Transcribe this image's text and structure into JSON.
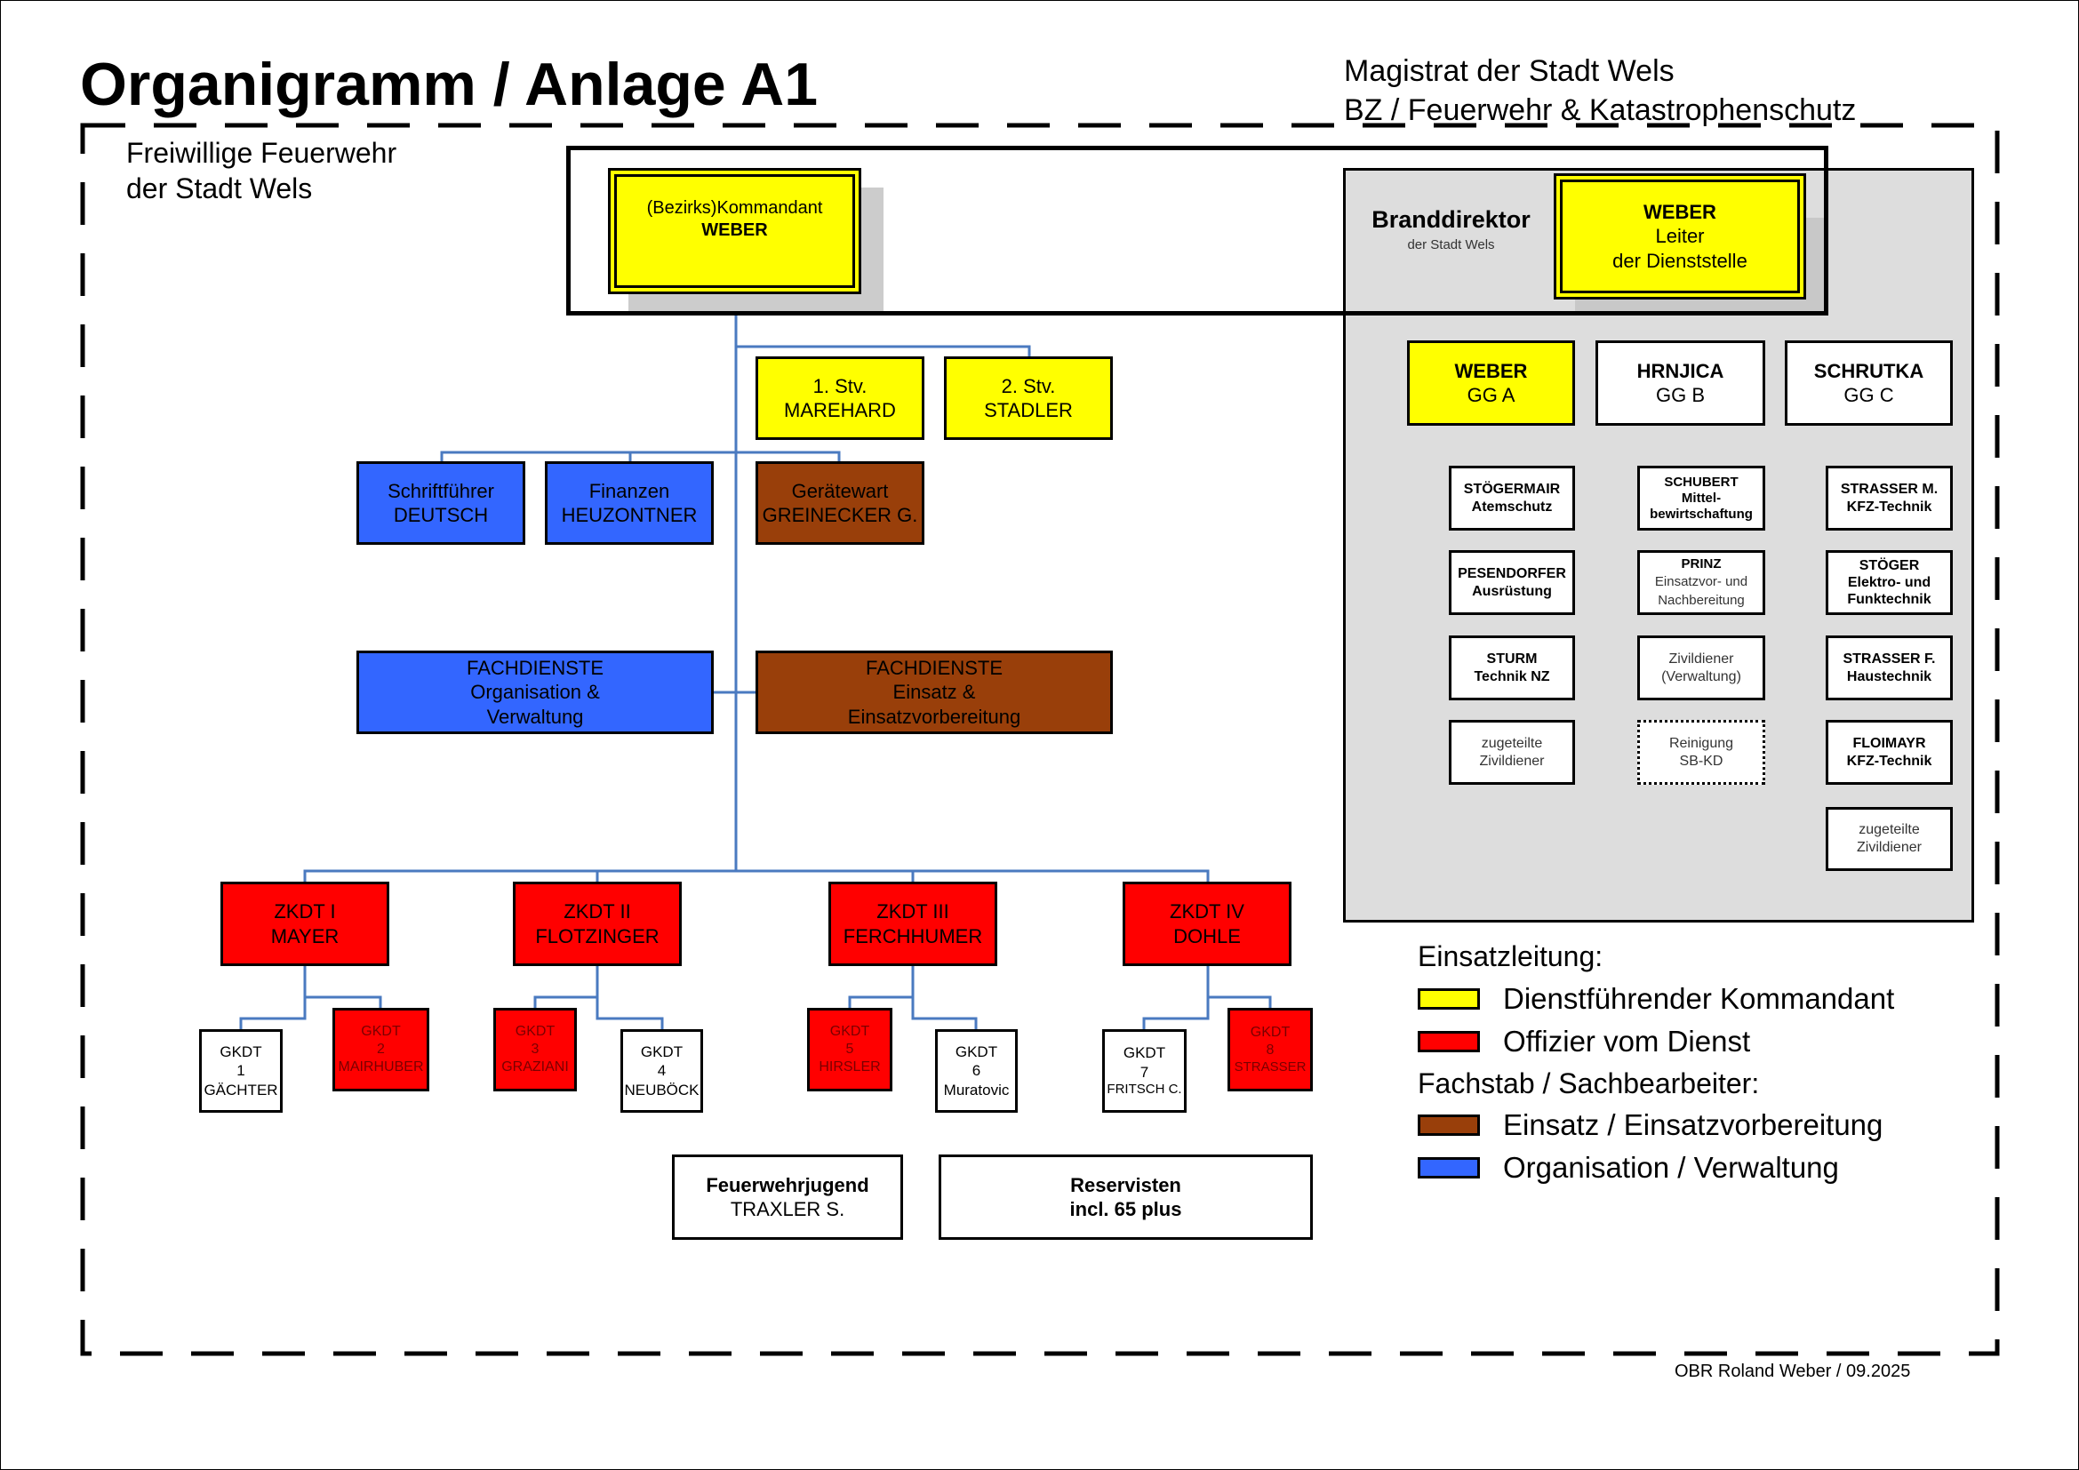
{
  "header": {
    "title": "Organigramm / Anlage A1",
    "org_line1": "Magistrat der Stadt Wels",
    "org_line2": "BZ / Feuerwehr & Katastrophenschutz",
    "ffw_line1": "Freiwillige Feuerwehr",
    "ffw_line2": "der Stadt Wels"
  },
  "colors": {
    "yellow": "#ffff00",
    "red": "#ff0000",
    "brown": "#993f0a",
    "blue": "#3366ff",
    "connector": "#4a7ac0",
    "panel_gray": "#dddddd"
  },
  "commander": {
    "role": "(Bezirks)Kommandant",
    "name": "WEBER"
  },
  "deputies": [
    {
      "role": "1. Stv.",
      "name": "MAREHARD"
    },
    {
      "role": "2. Stv.",
      "name": "STADLER"
    }
  ],
  "staff": [
    {
      "role": "Schriftführer",
      "name": "DEUTSCH",
      "color": "blue"
    },
    {
      "role": "Finanzen",
      "name": "HEUZONTNER",
      "color": "blue"
    },
    {
      "role": "Gerätewart",
      "name": "GREINECKER G.",
      "color": "brown"
    }
  ],
  "fachdienste": [
    {
      "line1": "FACHDIENSTE",
      "line2": "Organisation &",
      "line3": "Verwaltung",
      "color": "blue"
    },
    {
      "line1": "FACHDIENSTE",
      "line2": "Einsatz &",
      "line3": "Einsatzvorbereitung",
      "color": "brown"
    }
  ],
  "zugskommandanten": [
    {
      "title": "ZKDT I",
      "name": "MAYER"
    },
    {
      "title": "ZKDT II",
      "name": "FLOTZINGER"
    },
    {
      "title": "ZKDT III",
      "name": "FERCHHUMER"
    },
    {
      "title": "ZKDT IV",
      "name": "DOHLE"
    }
  ],
  "gruppenkommandanten": [
    {
      "title": "GKDT",
      "number": "1",
      "name": "GÄCHTER",
      "color": "white"
    },
    {
      "title": "GKDT",
      "number": "2",
      "name": "MAIRHUBER",
      "color": "red"
    },
    {
      "title": "GKDT",
      "number": "3",
      "name": "GRAZIANI",
      "color": "red"
    },
    {
      "title": "GKDT",
      "number": "4",
      "name": "NEUBÖCK",
      "color": "white"
    },
    {
      "title": "GKDT",
      "number": "5",
      "name": "HIRSLER",
      "color": "red"
    },
    {
      "title": "GKDT",
      "number": "6",
      "name": "Muratovic",
      "color": "white"
    },
    {
      "title": "GKDT",
      "number": "7",
      "name": "FRITSCH C.",
      "color": "white"
    },
    {
      "title": "GKDT",
      "number": "8",
      "name": "STRASSER",
      "color": "red"
    }
  ],
  "extra_units": [
    {
      "line1": "Feuerwehrjugend",
      "line2": "TRAXLER S."
    },
    {
      "line1": "Reservisten",
      "line2": "incl. 65 plus"
    }
  ],
  "branddirektor": {
    "title": "Branddirektor",
    "subtitle": "der Stadt Wels",
    "leader_name": "WEBER",
    "leader_role1": "Leiter",
    "leader_role2": "der Dienststelle"
  },
  "groups": [
    {
      "name": "WEBER",
      "label": "GG A",
      "color": "yellow",
      "members": [
        {
          "line1": "STÖGERMAIR",
          "line2": "Atemschutz",
          "bold": true
        },
        {
          "line1": "PESENDORFER",
          "line2": "Ausrüstung",
          "bold": true
        },
        {
          "line1": "STURM",
          "line2": "Technik NZ",
          "bold": true
        },
        {
          "line1": "zugeteilte",
          "line2": "Zivildiener",
          "bold": false
        }
      ]
    },
    {
      "name": "HRNJICA",
      "label": "GG B",
      "color": "white",
      "members": [
        {
          "line1": "SCHUBERT",
          "line2": "Mittel-",
          "line3": "bewirtschaftung",
          "bold": true
        },
        {
          "line1": "PRINZ",
          "line2": "Einsatzvor- und",
          "line3": "Nachbereitung",
          "bold": "first"
        },
        {
          "line1": "Zivildiener",
          "line2": "(Verwaltung)",
          "bold": false
        },
        {
          "line1": "Reinigung",
          "line2": "SB-KD",
          "bold": false,
          "dotted": true
        }
      ]
    },
    {
      "name": "SCHRUTKA",
      "label": "GG C",
      "color": "white",
      "members": [
        {
          "line1": "STRASSER M.",
          "line2": "KFZ-Technik",
          "bold": true
        },
        {
          "line1": "STÖGER",
          "line2": "Elektro- und",
          "line3": "Funktechnik",
          "bold": true
        },
        {
          "line1": "STRASSER F.",
          "line2": "Haustechnik",
          "bold": true
        },
        {
          "line1": "FLOIMAYR",
          "line2": "KFZ-Technik",
          "bold": true
        },
        {
          "line1": "zugeteilte",
          "line2": "Zivildiener",
          "bold": false
        }
      ]
    }
  ],
  "legend": {
    "heading1": "Einsatzleitung:",
    "heading2": "Fachstab / Sachbearbeiter:",
    "items": [
      {
        "label": "Dienstführender Kommandant",
        "color": "#ffff00"
      },
      {
        "label": "Offizier vom Dienst",
        "color": "#ff0000"
      },
      {
        "label": "Einsatz / Einsatzvorbereitung",
        "color": "#993f0a"
      },
      {
        "label": "Organisation / Verwaltung",
        "color": "#3366ff"
      }
    ]
  },
  "footer": {
    "author": "OBR Roland Weber / 09.2025"
  }
}
